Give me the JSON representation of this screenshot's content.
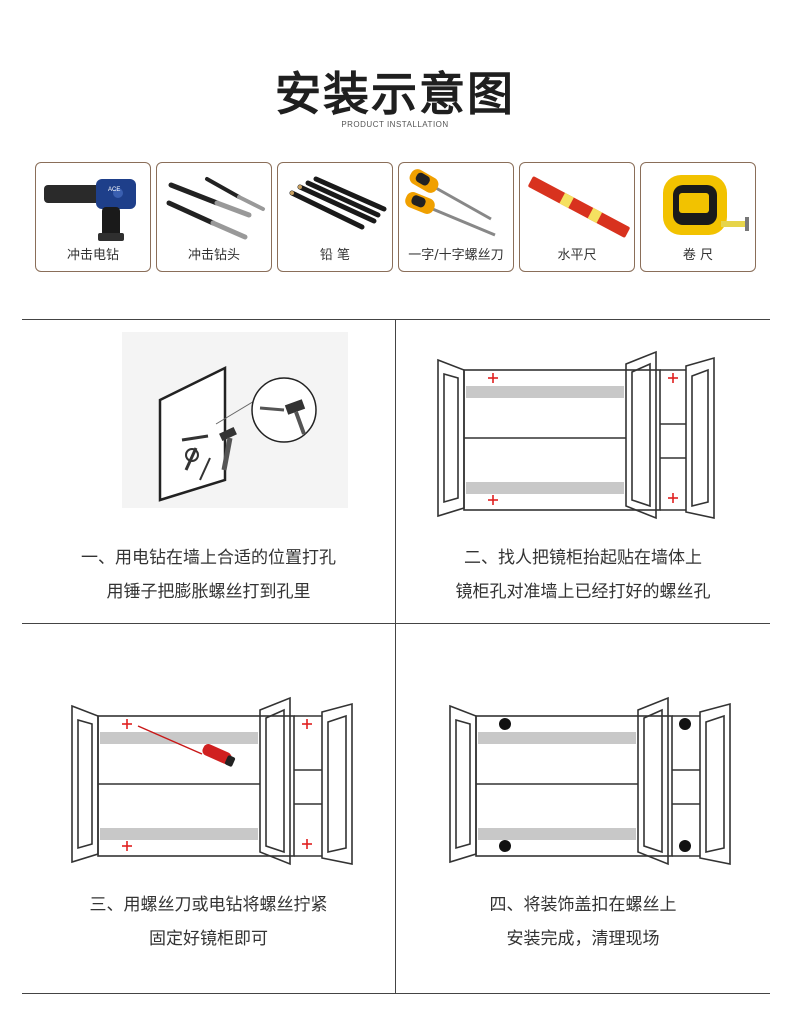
{
  "header": {
    "title": "安装示意图",
    "subtitle": "PRODUCT INSTALLATION"
  },
  "tools": [
    {
      "label": "冲击电钻",
      "icon": "impact-drill-icon"
    },
    {
      "label": "冲击钻头",
      "icon": "drill-bits-icon"
    },
    {
      "label": "铅  笔",
      "icon": "pencils-icon"
    },
    {
      "label": "一字/十字螺丝刀",
      "icon": "screwdrivers-icon"
    },
    {
      "label": "水平尺",
      "icon": "spirit-level-icon"
    },
    {
      "label": "卷  尺",
      "icon": "tape-measure-icon"
    }
  ],
  "drill_brand": "ACE",
  "steps": [
    {
      "line1": "一、用电钻在墙上合适的位置打孔",
      "line2": "用锤子把膨胀螺丝打到孔里"
    },
    {
      "line1": "二、找人把镜柜抬起贴在墙体上",
      "line2": "镜柜孔对准墙上已经打好的螺丝孔"
    },
    {
      "line1": "三、用螺丝刀或电钻将螺丝拧紧",
      "line2": "固定好镜柜即可"
    },
    {
      "line1": "四、将装饰盖扣在螺丝上",
      "line2": "安装完成，清理现场"
    }
  ],
  "colors": {
    "tool_border": "#8a6e59",
    "mark_red": "#e02020",
    "shelf_gray": "#c8c8c8",
    "cover_black": "#111111"
  }
}
